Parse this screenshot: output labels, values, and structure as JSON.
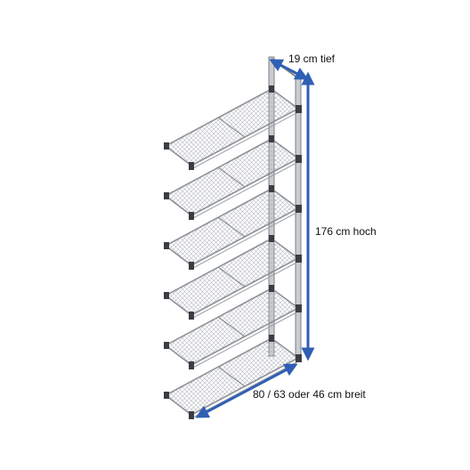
{
  "labels": {
    "depth": "19 cm tief",
    "height": "176 cm hoch",
    "width": "80 / 63 oder 46 cm breit"
  },
  "colors": {
    "arrow": "#2f5fb3",
    "frame": "#9a9ea4",
    "frame_dark": "#3a3d42",
    "mesh": "#a8abb0"
  },
  "product": {
    "shelf_count": 6
  }
}
